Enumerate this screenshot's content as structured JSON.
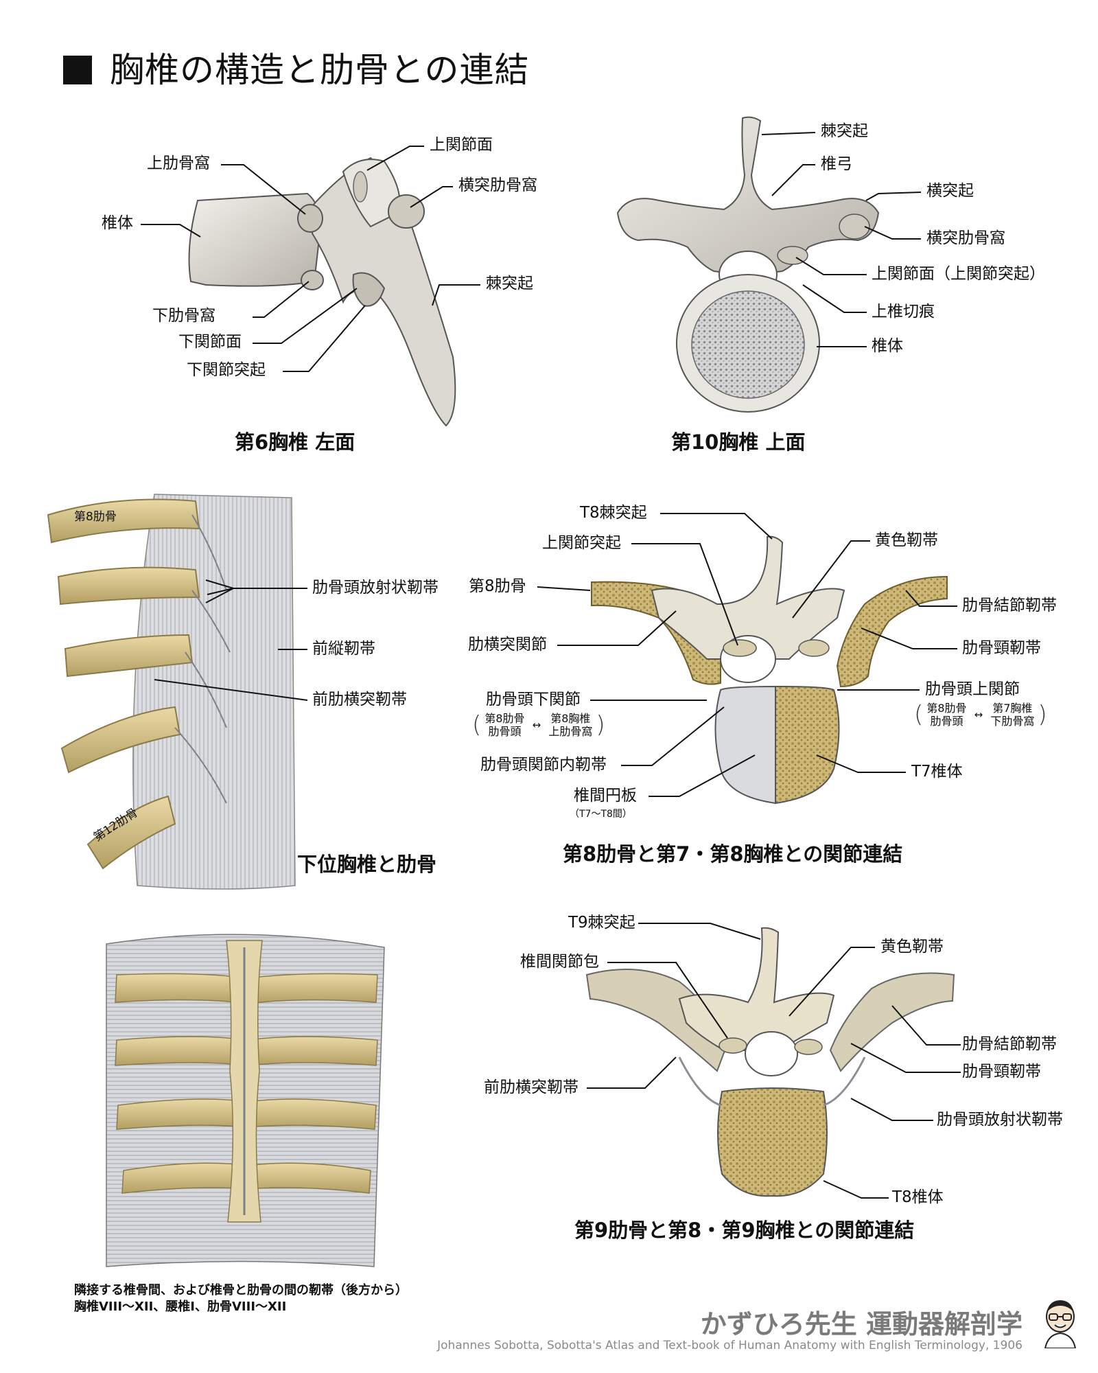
{
  "title": "胸椎の構造と肋骨との連結",
  "fig1": {
    "caption": "第6胸椎 左面",
    "labels": {
      "jokansetsumen": "上関節面",
      "jorokkoka": "上肋骨窩",
      "oototsurokkoka": "横突肋骨窩",
      "tsuitai": "椎体",
      "kyokki": "棘突起",
      "karokkoka": "下肋骨窩",
      "kakansetsumen": "下関節面",
      "kakansetsutokki": "下関節突起"
    }
  },
  "fig2": {
    "caption": "第10胸椎 上面",
    "labels": {
      "kyokki": "棘突起",
      "tsuikyu": "椎弓",
      "oototsuki": "横突起",
      "oototsurokkoka": "横突肋骨窩",
      "jokansetsumen": "上関節面（上関節突起）",
      "jotsuisekkon": "上椎切痕",
      "tsuitai": "椎体"
    }
  },
  "fig3": {
    "caption": "下位胸椎と肋骨",
    "labels": {
      "rib8": "第8肋骨",
      "rib12": "第12肋骨",
      "radiate": "肋骨頭放射状靭帯",
      "anterior_longitudinal": "前縦靭帯",
      "anterior_costotransverse": "前肋横突靭帯"
    }
  },
  "fig4": {
    "caption": "第8肋骨と第7・第8胸椎との関節連結",
    "labels": {
      "t8_spinous": "T8棘突起",
      "sup_articular": "上関節突起",
      "flavum": "黄色靭帯",
      "rib8": "第8肋骨",
      "costotransverse_lig": "肋骨結節靭帯",
      "costotransverse_joint": "肋横突関節",
      "neck_lig": "肋骨頸靭帯",
      "head_lower_joint": "肋骨頭下関節",
      "head_upper_joint": "肋骨頭上関節",
      "intra_lig": "肋骨頭関節内靭帯",
      "t7_body": "T7椎体",
      "disc": "椎間円板",
      "disc_note": "（T7〜T8間）"
    },
    "lower_joint_detail": {
      "left": [
        "第8肋骨",
        "肋骨頭"
      ],
      "arrow": "↔",
      "right": [
        "第8胸椎",
        "上肋骨窩"
      ]
    },
    "upper_joint_detail": {
      "left": [
        "第8肋骨",
        "肋骨頭"
      ],
      "arrow": "↔",
      "right": [
        "第7胸椎",
        "下肋骨窩"
      ]
    }
  },
  "fig5": {
    "caption": "第9肋骨と第8・第9胸椎との関節連結",
    "labels": {
      "t9_spinous": "T9棘突起",
      "capsule": "椎間関節包",
      "flavum": "黄色靭帯",
      "tubercle_lig": "肋骨結節靭帯",
      "neck_lig": "肋骨頸靭帯",
      "ant_costotransverse": "前肋横突靭帯",
      "radiate": "肋骨頭放射状靭帯",
      "t8_body": "T8椎体"
    }
  },
  "fig6": {
    "note_line1": "隣接する椎骨間、および椎骨と肋骨の間の靭帯（後方から）",
    "note_line2": "胸椎VIII〜XII、腰椎I、肋骨VIII〜XII"
  },
  "footer": {
    "brand": "かずひろ先生 運動器解剖学",
    "credit": "Johannes Sobotta, Sobotta's Atlas and Text-book of Human Anatomy with English Terminology, 1906"
  },
  "colors": {
    "bone": "#e6e3dc",
    "bone_shade": "#b9b5ad",
    "rib": "#d9c99a",
    "rib_dark": "#b6a46d",
    "ligament": "#c9ccd2",
    "line": "#111111"
  }
}
